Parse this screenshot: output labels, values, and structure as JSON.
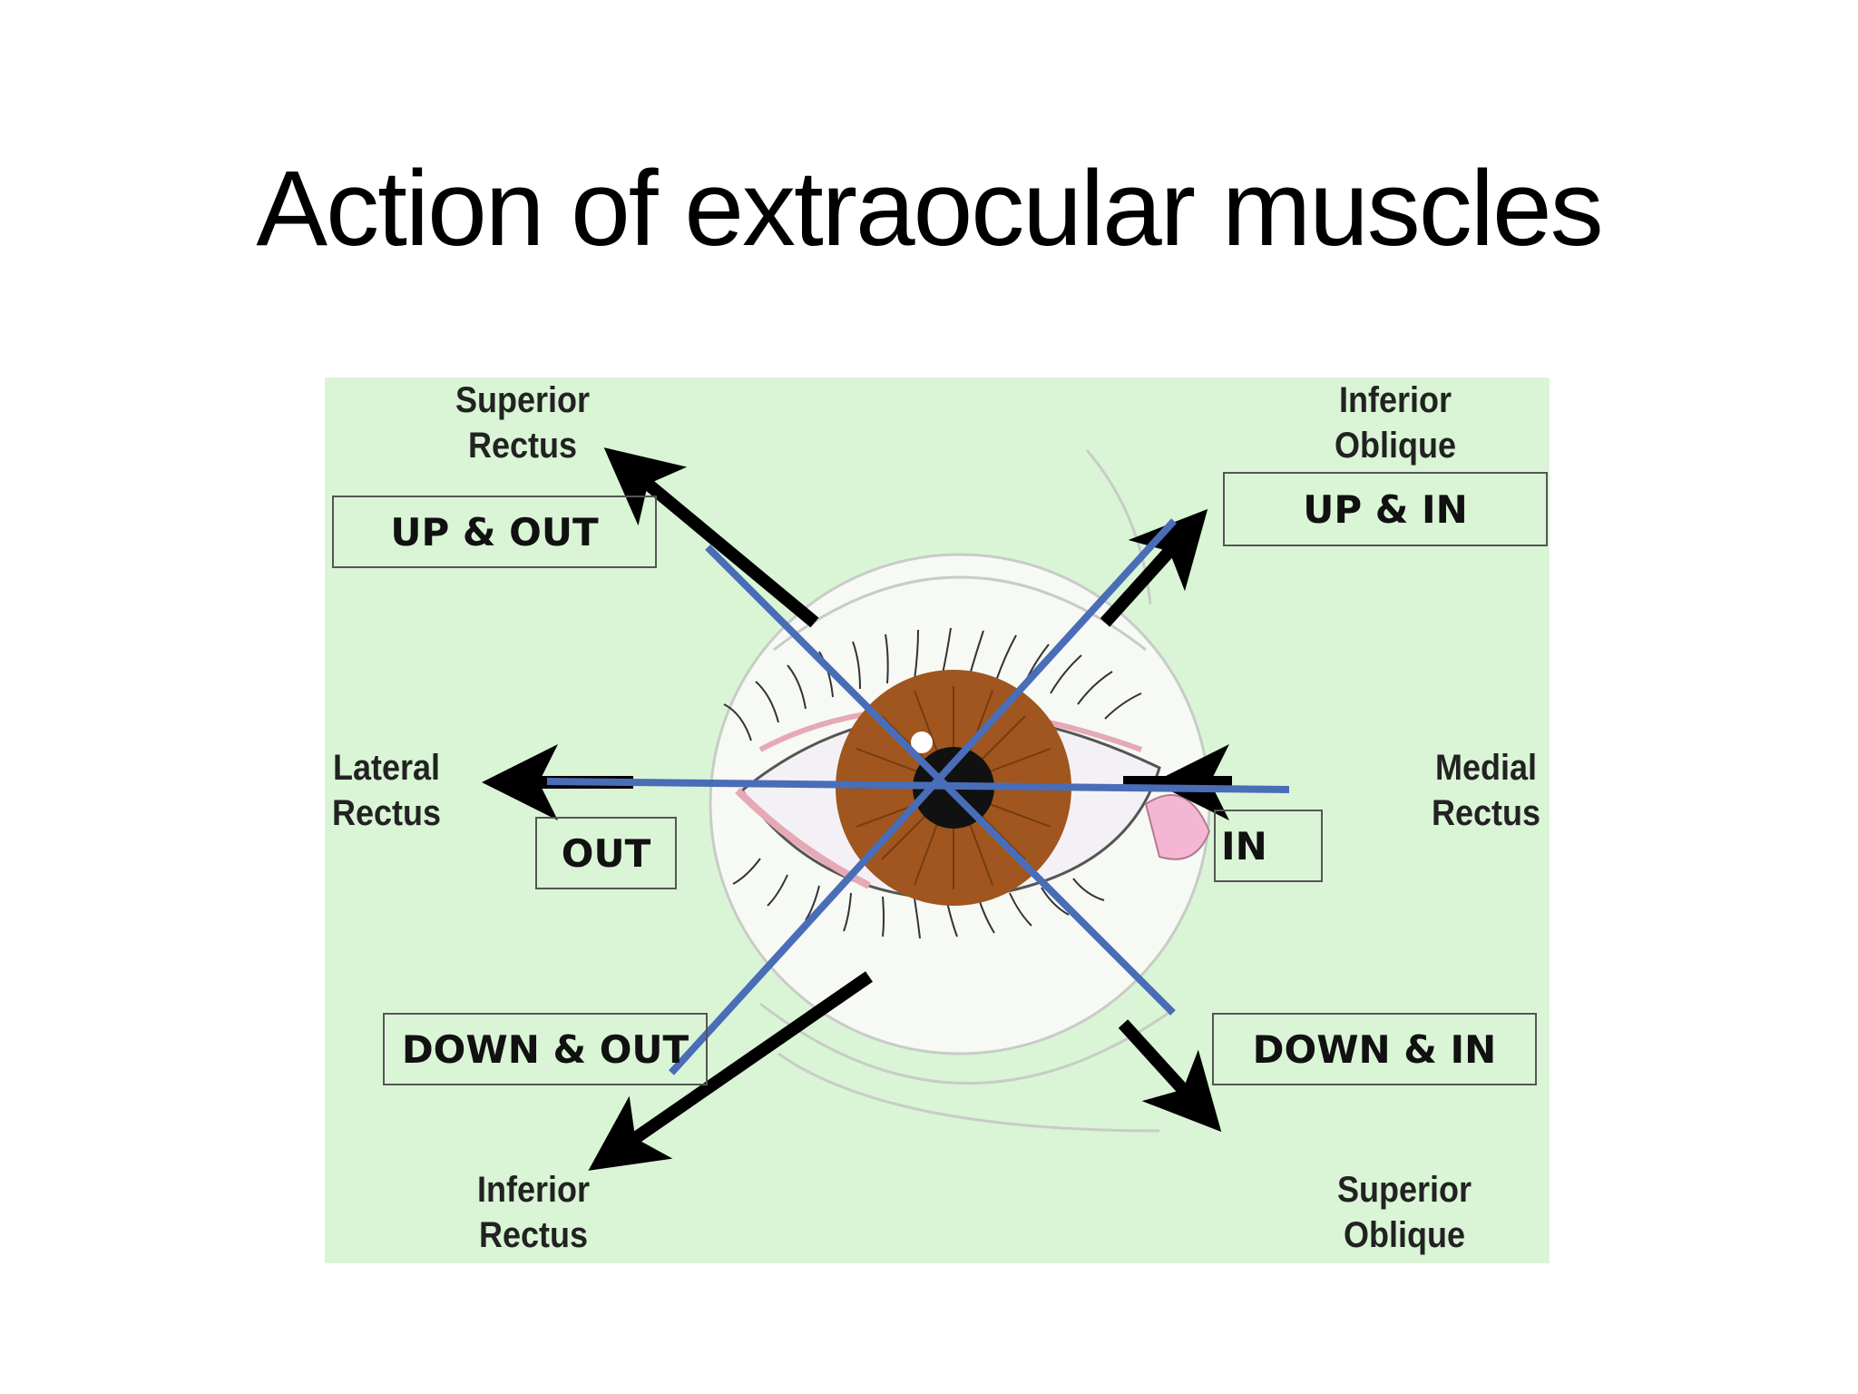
{
  "title": "Action of extraocular muscles",
  "colors": {
    "background": "#daf5d6",
    "arrow": "#000000",
    "line": "#4a6db8",
    "iris": "#a0561e",
    "caruncle": "#f4b6d2"
  },
  "muscles": {
    "superior_rectus": {
      "line1": "Superior",
      "line2": "Rectus",
      "direction": "UP & OUT"
    },
    "inferior_oblique": {
      "line1": "Inferior",
      "line2": "Oblique",
      "direction": "UP & IN"
    },
    "lateral_rectus": {
      "line1": "Lateral",
      "line2": "Rectus",
      "direction": "OUT"
    },
    "medial_rectus": {
      "line1": "Medial",
      "line2": "Rectus",
      "direction": "IN"
    },
    "inferior_rectus": {
      "line1": "Inferior",
      "line2": "Rectus",
      "direction": "DOWN & OUT"
    },
    "superior_oblique": {
      "line1": "Superior",
      "line2": "Oblique",
      "direction": "DOWN & IN"
    }
  },
  "icons": [
    "eye-illustration",
    "arrow-icon"
  ]
}
